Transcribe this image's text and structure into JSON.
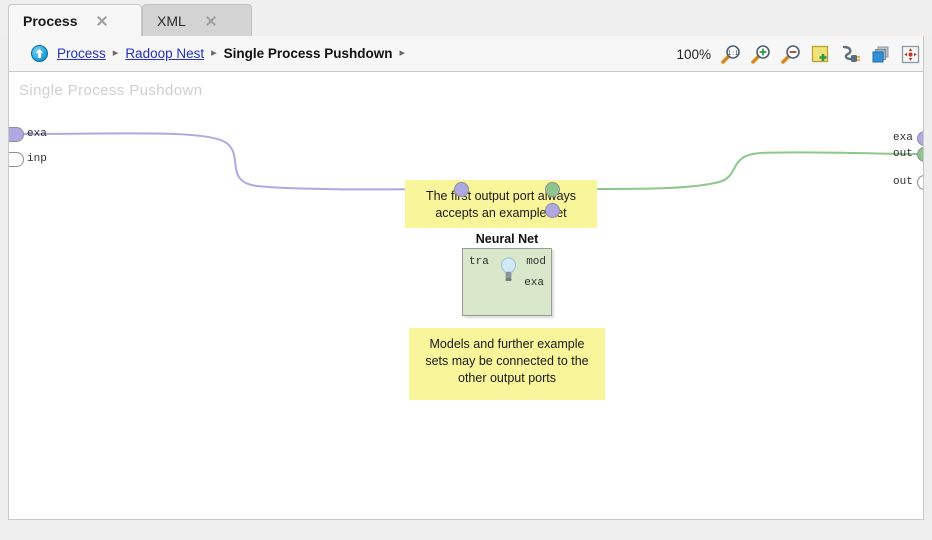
{
  "window": {
    "tabs": [
      {
        "label": "Process",
        "active": true,
        "close_icon": "close-icon"
      },
      {
        "label": "XML",
        "active": false,
        "close_icon": "close-icon"
      }
    ]
  },
  "breadcrumb": {
    "up_icon": "up-arrow-icon",
    "items": [
      {
        "label": "Process",
        "type": "link"
      },
      {
        "label": "Radoop Nest",
        "type": "link"
      },
      {
        "label": "Single Process Pushdown",
        "type": "current"
      }
    ],
    "separator": "▸",
    "trailing_separator": "▸"
  },
  "toolbar": {
    "zoom_level": "100%",
    "buttons": [
      {
        "name": "zoom-reset-button",
        "icon": "magnifier-one-to-one-icon",
        "title": "100%"
      },
      {
        "name": "zoom-in-button",
        "icon": "magnifier-plus-icon",
        "title": "Zoom In"
      },
      {
        "name": "zoom-out-button",
        "icon": "magnifier-minus-icon",
        "title": "Zoom Out"
      },
      {
        "name": "add-note-button",
        "icon": "note-add-icon",
        "title": "Add Note"
      },
      {
        "name": "connections-button",
        "icon": "plug-icon",
        "title": "Connections"
      },
      {
        "name": "layers-button",
        "icon": "layers-icon",
        "title": "Layers"
      },
      {
        "name": "fit-to-screen-button",
        "icon": "fit-to-screen-icon",
        "title": "Fit to Screen"
      }
    ]
  },
  "canvas": {
    "watermark": "Single Process Pushdown",
    "left_ports": [
      {
        "label": "exa",
        "state": "connected",
        "color": "#b0a8e0"
      },
      {
        "label": "inp",
        "state": "unconnected",
        "color": "#ffffff"
      }
    ],
    "right_ports": [
      {
        "label": "exa",
        "state": "idle",
        "color": "#b0a8e0"
      },
      {
        "label": "out",
        "state": "connected",
        "color": "#8fc68c"
      },
      {
        "label": "out",
        "state": "unconnected",
        "color": "#ffffff"
      }
    ],
    "operator": {
      "title": "Neural Net",
      "icon": "lightbulb-icon",
      "input_ports": [
        {
          "label": "tra",
          "color": "#b0a8e0"
        }
      ],
      "output_ports": [
        {
          "label": "mod",
          "color": "#8fc68c"
        },
        {
          "label": "exa",
          "color": "#b0a8e0"
        }
      ]
    },
    "annotations": [
      {
        "name": "annotation-first-output-port",
        "text": "The first output port always accepts an example set"
      },
      {
        "name": "annotation-other-output-ports",
        "text": "Models and further example sets may be connected to the other output ports"
      }
    ],
    "connections": [
      {
        "from": "exa",
        "to": "tra",
        "color": "#b0a8e0"
      },
      {
        "from": "mod",
        "to": "out",
        "color": "#8fc68c"
      }
    ]
  },
  "colors": {
    "note_yellow": "#f8f59b",
    "operator_green": "#d9e7cb",
    "link_blue": "#2430c0",
    "port_purple": "#b0a8e0",
    "port_green": "#8fc68c"
  }
}
